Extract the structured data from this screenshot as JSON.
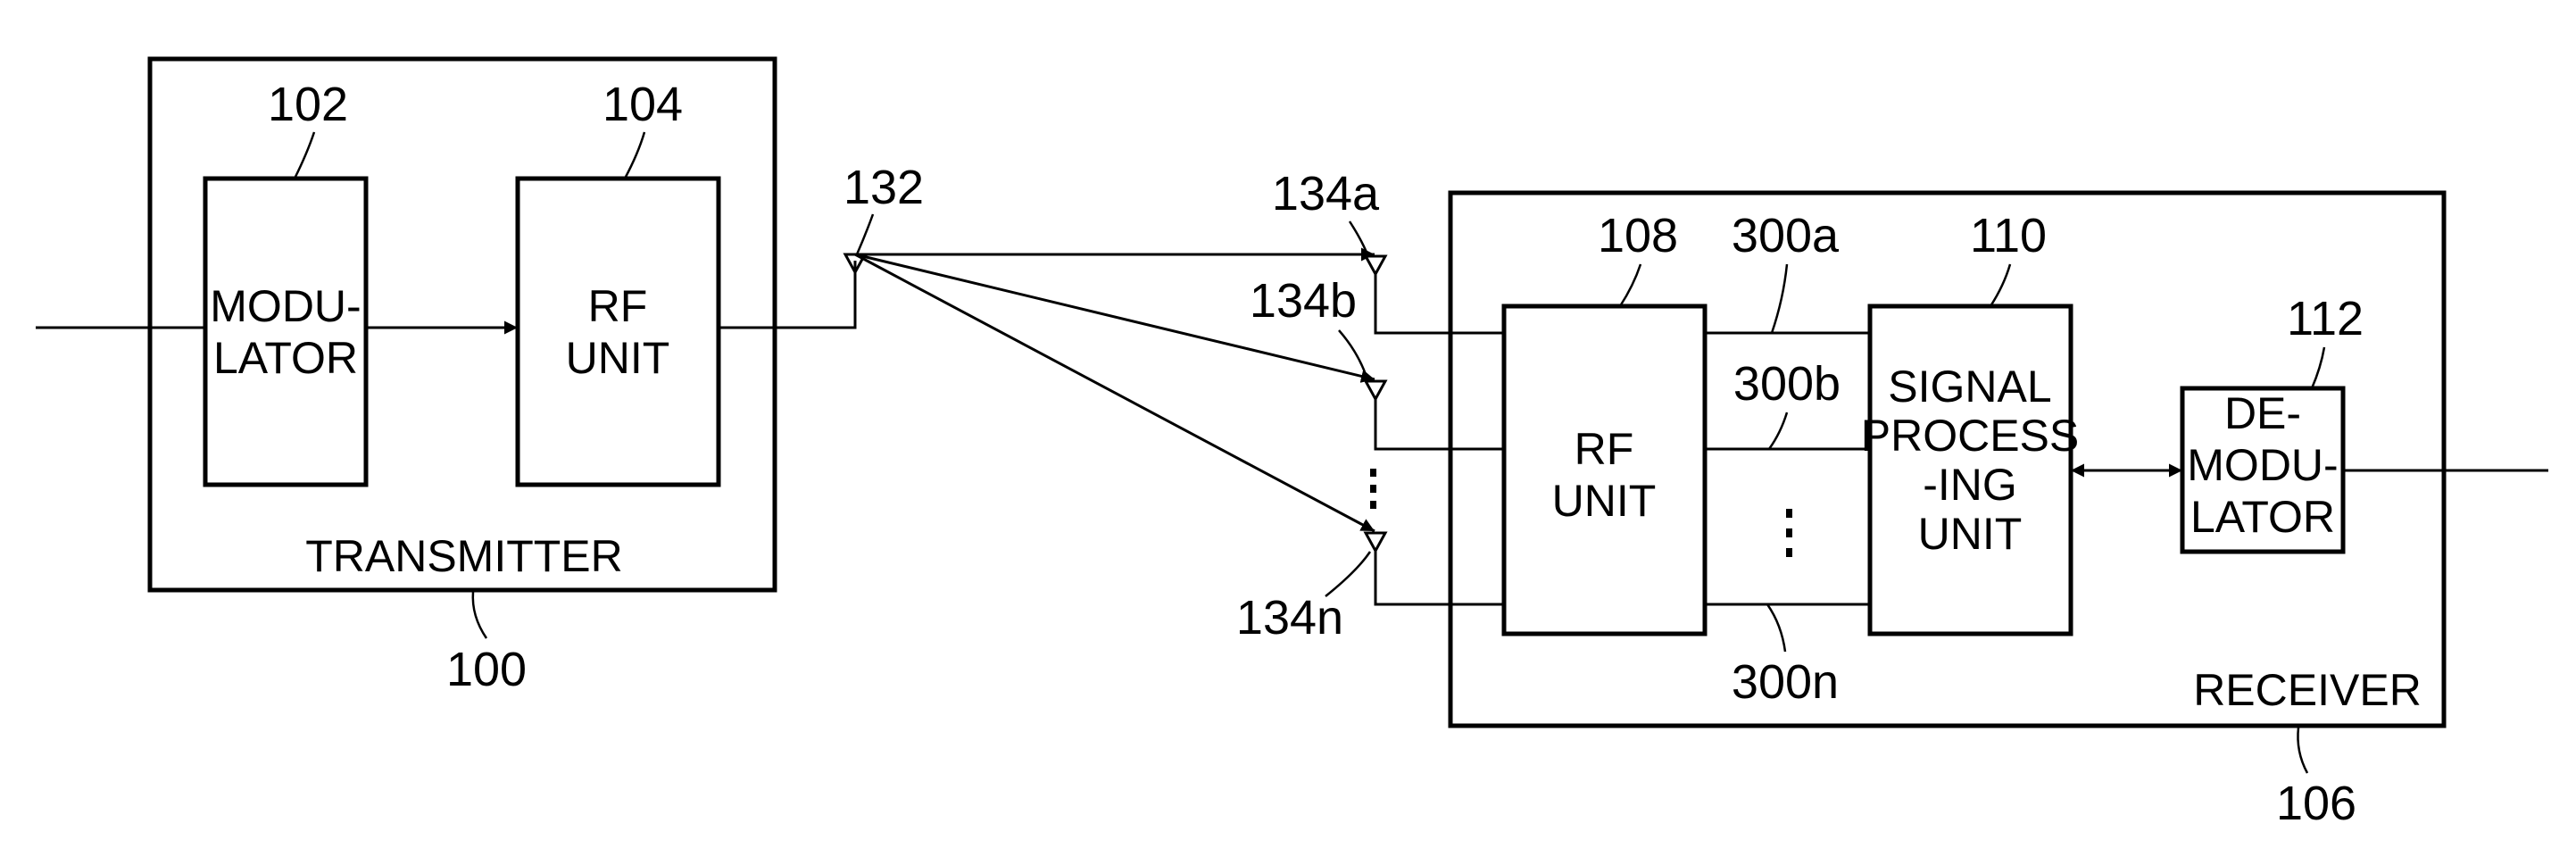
{
  "transmitter": {
    "ref": "100",
    "label": "TRANSMITTER",
    "modulator": {
      "ref": "102",
      "line1": "MODU-",
      "line2": "LATOR"
    },
    "rf_unit": {
      "ref": "104",
      "line1": "RF",
      "line2": "UNIT"
    },
    "antenna_ref": "132"
  },
  "receiver": {
    "ref": "106",
    "label": "RECEIVER",
    "antennas": {
      "a": "134a",
      "b": "134b",
      "n": "134n"
    },
    "rf_unit": {
      "ref": "108",
      "line1": "RF",
      "line2": "UNIT"
    },
    "signal_lines": {
      "a": "300a",
      "b": "300b",
      "n": "300n"
    },
    "signal_processing": {
      "ref": "110",
      "line1": "SIGNAL",
      "line2": "PROCESS",
      "line3": "-ING",
      "line4": "UNIT"
    },
    "demodulator": {
      "ref": "112",
      "line1": "DE-",
      "line2": "MODU-",
      "line3": "LATOR"
    }
  }
}
